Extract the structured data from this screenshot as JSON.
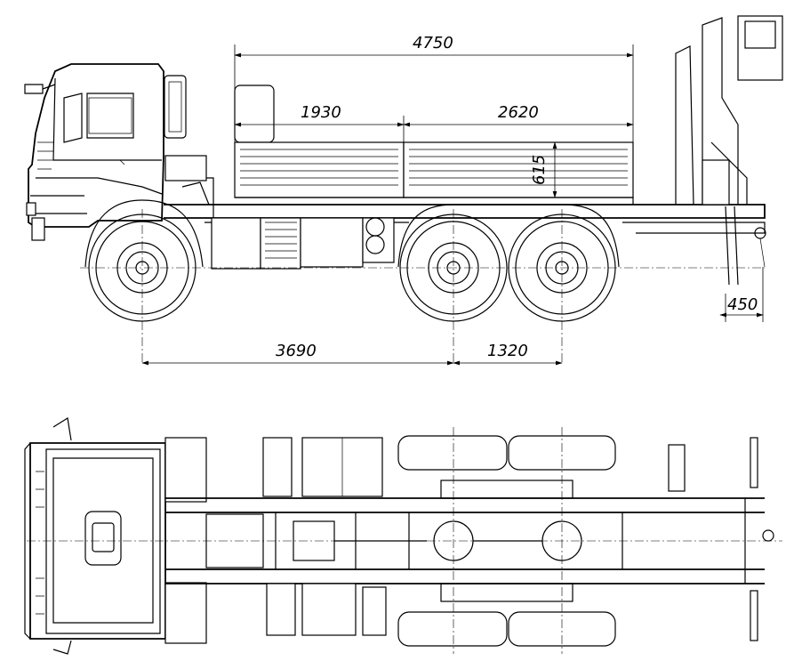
{
  "dimensions": {
    "overall_body": "4750",
    "body_front": "1930",
    "body_rear": "2620",
    "side_height": "615",
    "rear_overhang": "450",
    "wheelbase_front": "3690",
    "wheelbase_rear": "1320"
  },
  "colors": {
    "line": "#000000",
    "background": "#ffffff"
  }
}
